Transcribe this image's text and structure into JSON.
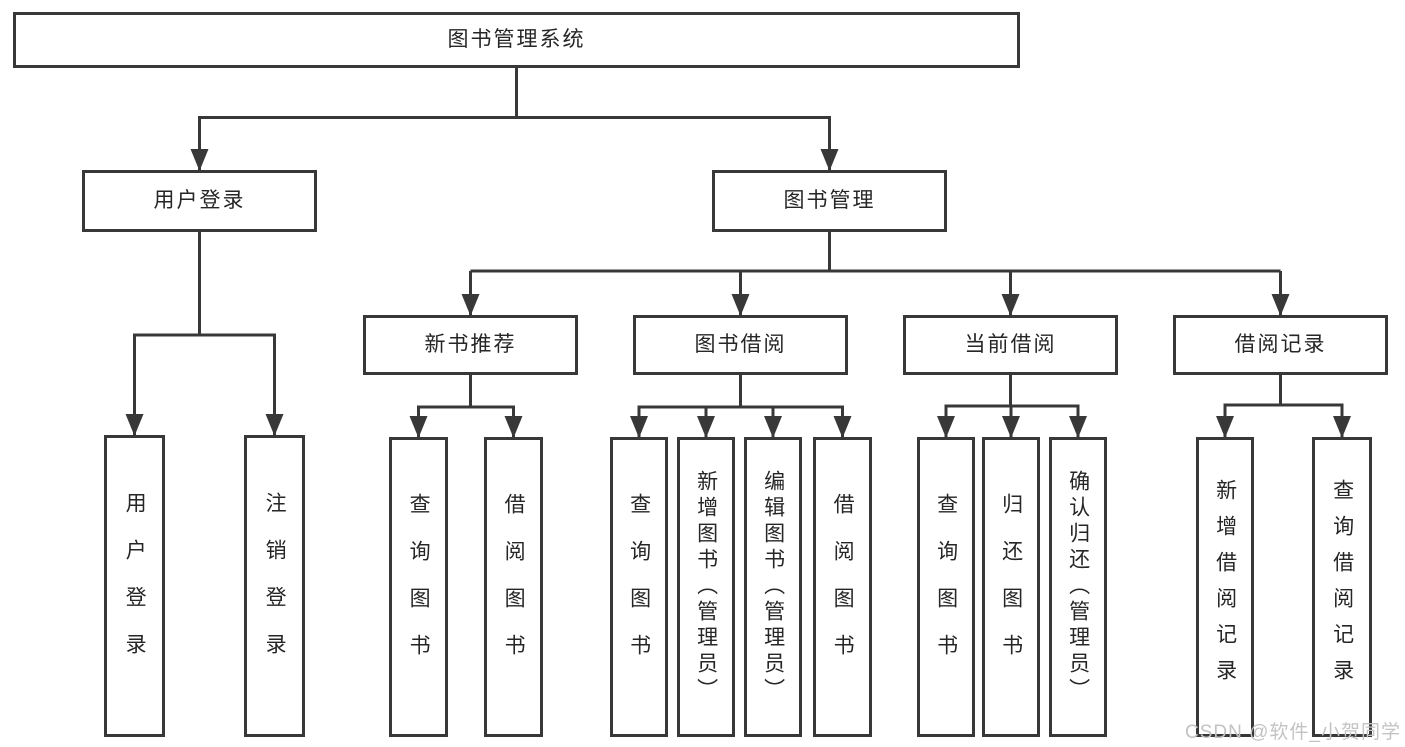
{
  "diagram": {
    "root_label": "图书管理系统",
    "nodes": {
      "user_login": "用户登录",
      "book_management": "图书管理",
      "new_book_recommend": "新书推荐",
      "book_borrow": "图书借阅",
      "current_borrow": "当前借阅",
      "borrow_records": "借阅记录"
    },
    "leaves": {
      "user_login": [
        "用户登录",
        "注销登录"
      ],
      "new_book_recommend": [
        "查询图书",
        "借阅图书"
      ],
      "book_borrow": [
        "查询图书",
        "新增图书（管理员）",
        "编辑图书（管理员）",
        "借阅图书"
      ],
      "current_borrow": [
        "查询图书",
        "归还图书",
        "确认归还（管理员）"
      ],
      "borrow_records": [
        "新增借阅记录",
        "查询借阅记录"
      ]
    }
  },
  "watermark": {
    "text": "CSDN @软件_小贺同学"
  },
  "colors": {
    "line": "#383838",
    "text": "#262626",
    "watermark": "#c3c3c3"
  }
}
